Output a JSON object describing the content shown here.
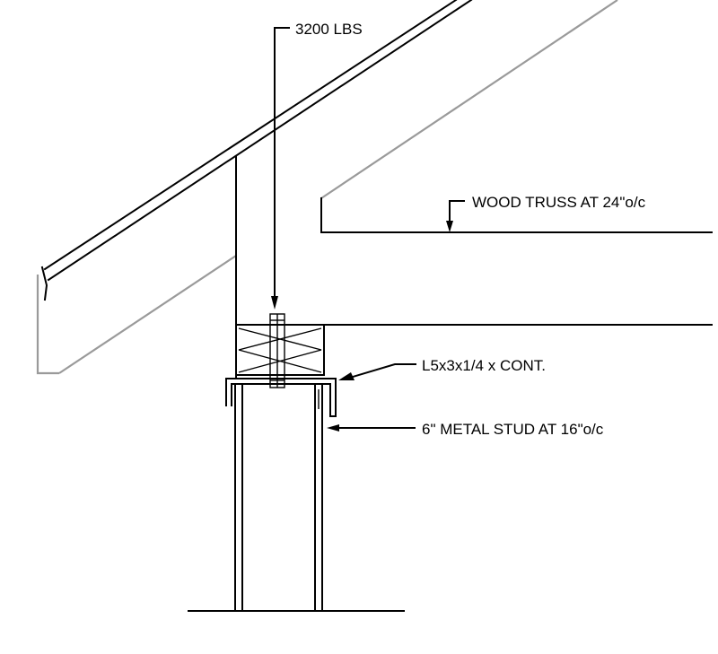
{
  "labels": {
    "load": "3200 LBS",
    "truss": "WOOD TRUSS AT 24\"o/c",
    "angle": "L5x3x1/4 x CONT.",
    "stud": "6\" METAL STUD AT 16\"o/c"
  },
  "colors": {
    "line": "#000000",
    "hidden_line": "#9a9a9a",
    "background": "#ffffff"
  }
}
